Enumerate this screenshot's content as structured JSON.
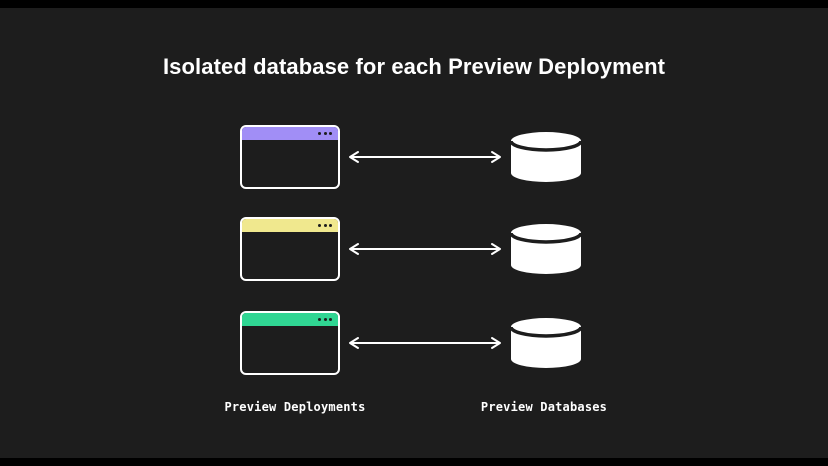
{
  "slide": {
    "title": "Isolated database for each Preview Deployment",
    "colors": {
      "background": "#1d1d1d",
      "frame_bars": "#000000",
      "icon_white": "#ffffff",
      "titlebar_purple": "#a18ef6",
      "titlebar_yellow": "#f0e88e",
      "titlebar_green": "#30d693"
    },
    "rows": [
      {
        "titlebar_color": "#a18ef6"
      },
      {
        "titlebar_color": "#f0e88e"
      },
      {
        "titlebar_color": "#30d693"
      }
    ],
    "labels": {
      "deployments": "Preview Deployments",
      "databases": "Preview Databases"
    },
    "icons": {
      "browser_window": "browser-window-icon",
      "double_arrow": "double-headed-arrow-icon",
      "database": "database-cylinder-icon",
      "window_dots": "window-dot"
    }
  }
}
